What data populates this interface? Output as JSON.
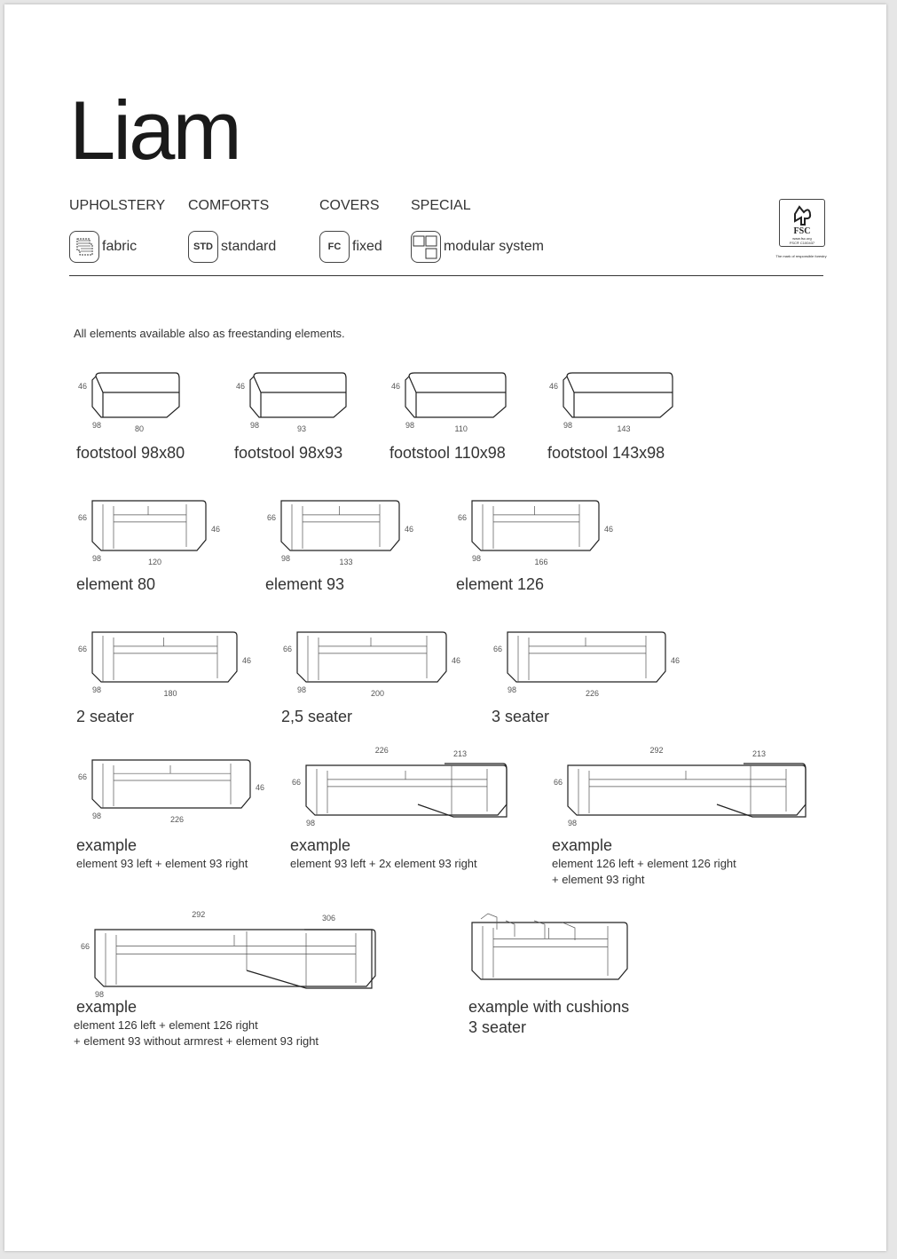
{
  "title": "Liam",
  "header": {
    "upholstery": {
      "label": "UPHOLSTERY",
      "value": "fabric",
      "icon": "fabric-swatch-icon"
    },
    "comforts": {
      "label": "COMFORTS",
      "value": "standard",
      "icon_text": "STD"
    },
    "covers": {
      "label": "COVERS",
      "value": "fixed",
      "icon_text": "FC"
    },
    "special": {
      "label": "SPECIAL",
      "value": "modular system",
      "icon": "modular-system-icon"
    }
  },
  "fsc": {
    "name": "FSC",
    "site": "www.fsc.org",
    "code": "FSC® C100437",
    "tagline": "The mark of responsible forestry"
  },
  "note": "All elements available also as freestanding elements.",
  "items": [
    {
      "title": "footstool 98x80",
      "lines": [],
      "dims": {
        "h": "46",
        "d": "98",
        "w": "80"
      }
    },
    {
      "title": "footstool 98x93",
      "lines": [],
      "dims": {
        "h": "46",
        "d": "98",
        "w": "93"
      }
    },
    {
      "title": "footstool 110x98",
      "lines": [],
      "dims": {
        "h": "46",
        "d": "98",
        "w": "110"
      }
    },
    {
      "title": "footstool 143x98",
      "lines": [],
      "dims": {
        "h": "46",
        "d": "98",
        "w": "143"
      }
    },
    {
      "title": "element 80",
      "lines": [],
      "dims": {
        "h": "66",
        "s": "46",
        "d": "98",
        "w": "120"
      }
    },
    {
      "title": "element 93",
      "lines": [],
      "dims": {
        "h": "66",
        "s": "46",
        "d": "98",
        "w": "133"
      }
    },
    {
      "title": "element 126",
      "lines": [],
      "dims": {
        "h": "66",
        "s": "46",
        "d": "98",
        "w": "166"
      }
    },
    {
      "title": "2 seater",
      "lines": [],
      "dims": {
        "h": "66",
        "s": "46",
        "d": "98",
        "w": "180"
      }
    },
    {
      "title": "2,5 seater",
      "lines": [],
      "dims": {
        "h": "66",
        "s": "46",
        "d": "98",
        "w": "200"
      }
    },
    {
      "title": "3 seater",
      "lines": [],
      "dims": {
        "h": "66",
        "s": "46",
        "d": "98",
        "w": "226"
      }
    },
    {
      "title": "example",
      "lines": [
        "element 93 left + element 93 right"
      ],
      "dims": {
        "h": "66",
        "s": "46",
        "d": "98",
        "w": "226"
      }
    },
    {
      "title": "example",
      "lines": [
        "element 93 left + 2x element 93 right"
      ],
      "dims": {
        "h": "66",
        "d": "98",
        "t1": "226",
        "t2": "213"
      }
    },
    {
      "title": "example",
      "lines": [
        "element 126 left + element 126 right",
        "+ element 93 right"
      ],
      "dims": {
        "h": "66",
        "d": "98",
        "t1": "292",
        "t2": "213"
      }
    },
    {
      "title": "example",
      "lines": [
        "element 126 left + element 126 right",
        "+ element 93 without armrest + element 93 right"
      ],
      "dims": {
        "h": "66",
        "d": "98",
        "t1": "292",
        "t2": "306"
      }
    },
    {
      "title": "example with cushions",
      "lines": [
        "3 seater"
      ],
      "dims": {}
    }
  ]
}
